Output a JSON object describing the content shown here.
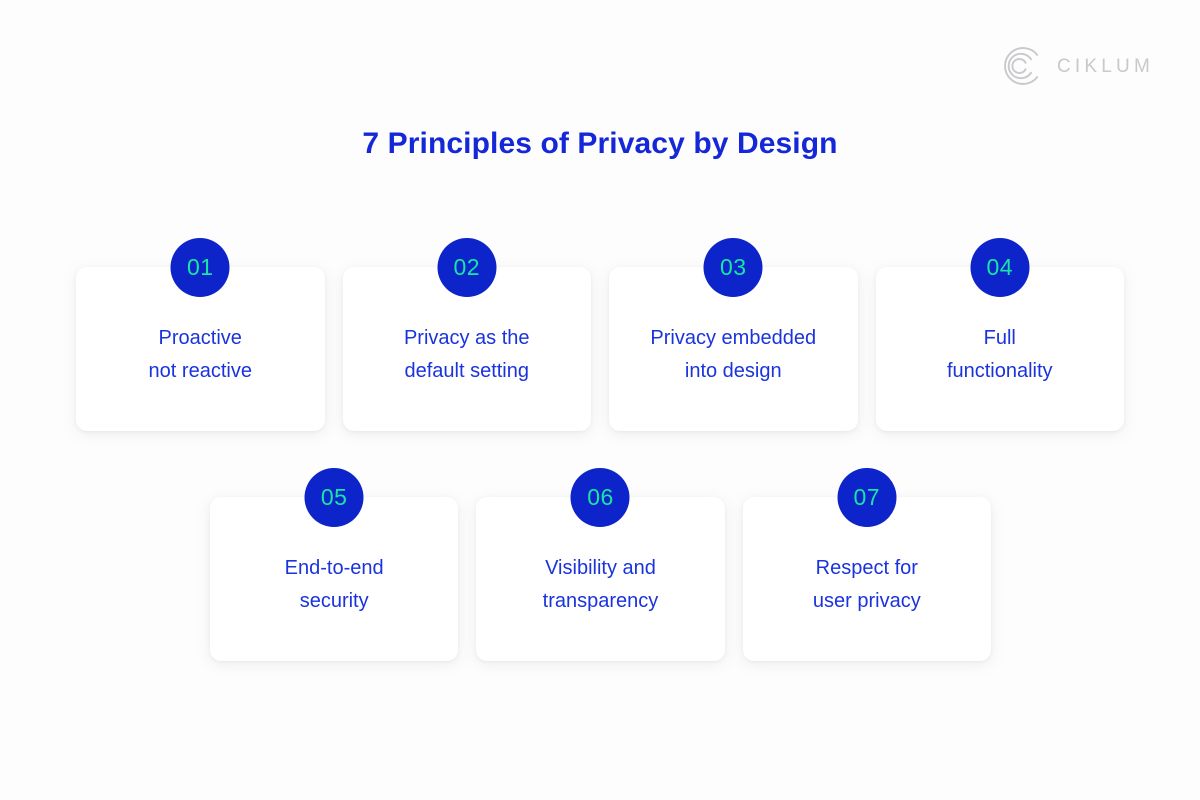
{
  "brand": {
    "logo_icon": "ciklum-c-arcs-logo",
    "wordmark": "CIKLUM",
    "logo_color": "#c9c9cd"
  },
  "header": {
    "title": "7 Principles of Privacy by Design",
    "title_color": "#1528d8"
  },
  "theme": {
    "background": "#fdfdfd",
    "card_background": "#ffffff",
    "badge_background": "#0c24ca",
    "badge_text_color": "#16e6a2",
    "body_text_color": "#1a33dd"
  },
  "principles": {
    "row_one": [
      {
        "number": "01",
        "text": "Proactive\nnot reactive"
      },
      {
        "number": "02",
        "text": "Privacy as the\ndefault setting"
      },
      {
        "number": "03",
        "text": "Privacy embedded\ninto design"
      },
      {
        "number": "04",
        "text": "Full\nfunctionality"
      }
    ],
    "row_two": [
      {
        "number": "05",
        "text": "End-to-end\nsecurity"
      },
      {
        "number": "06",
        "text": "Visibility and\ntransparency"
      },
      {
        "number": "07",
        "text": "Respect for\nuser privacy"
      }
    ]
  }
}
